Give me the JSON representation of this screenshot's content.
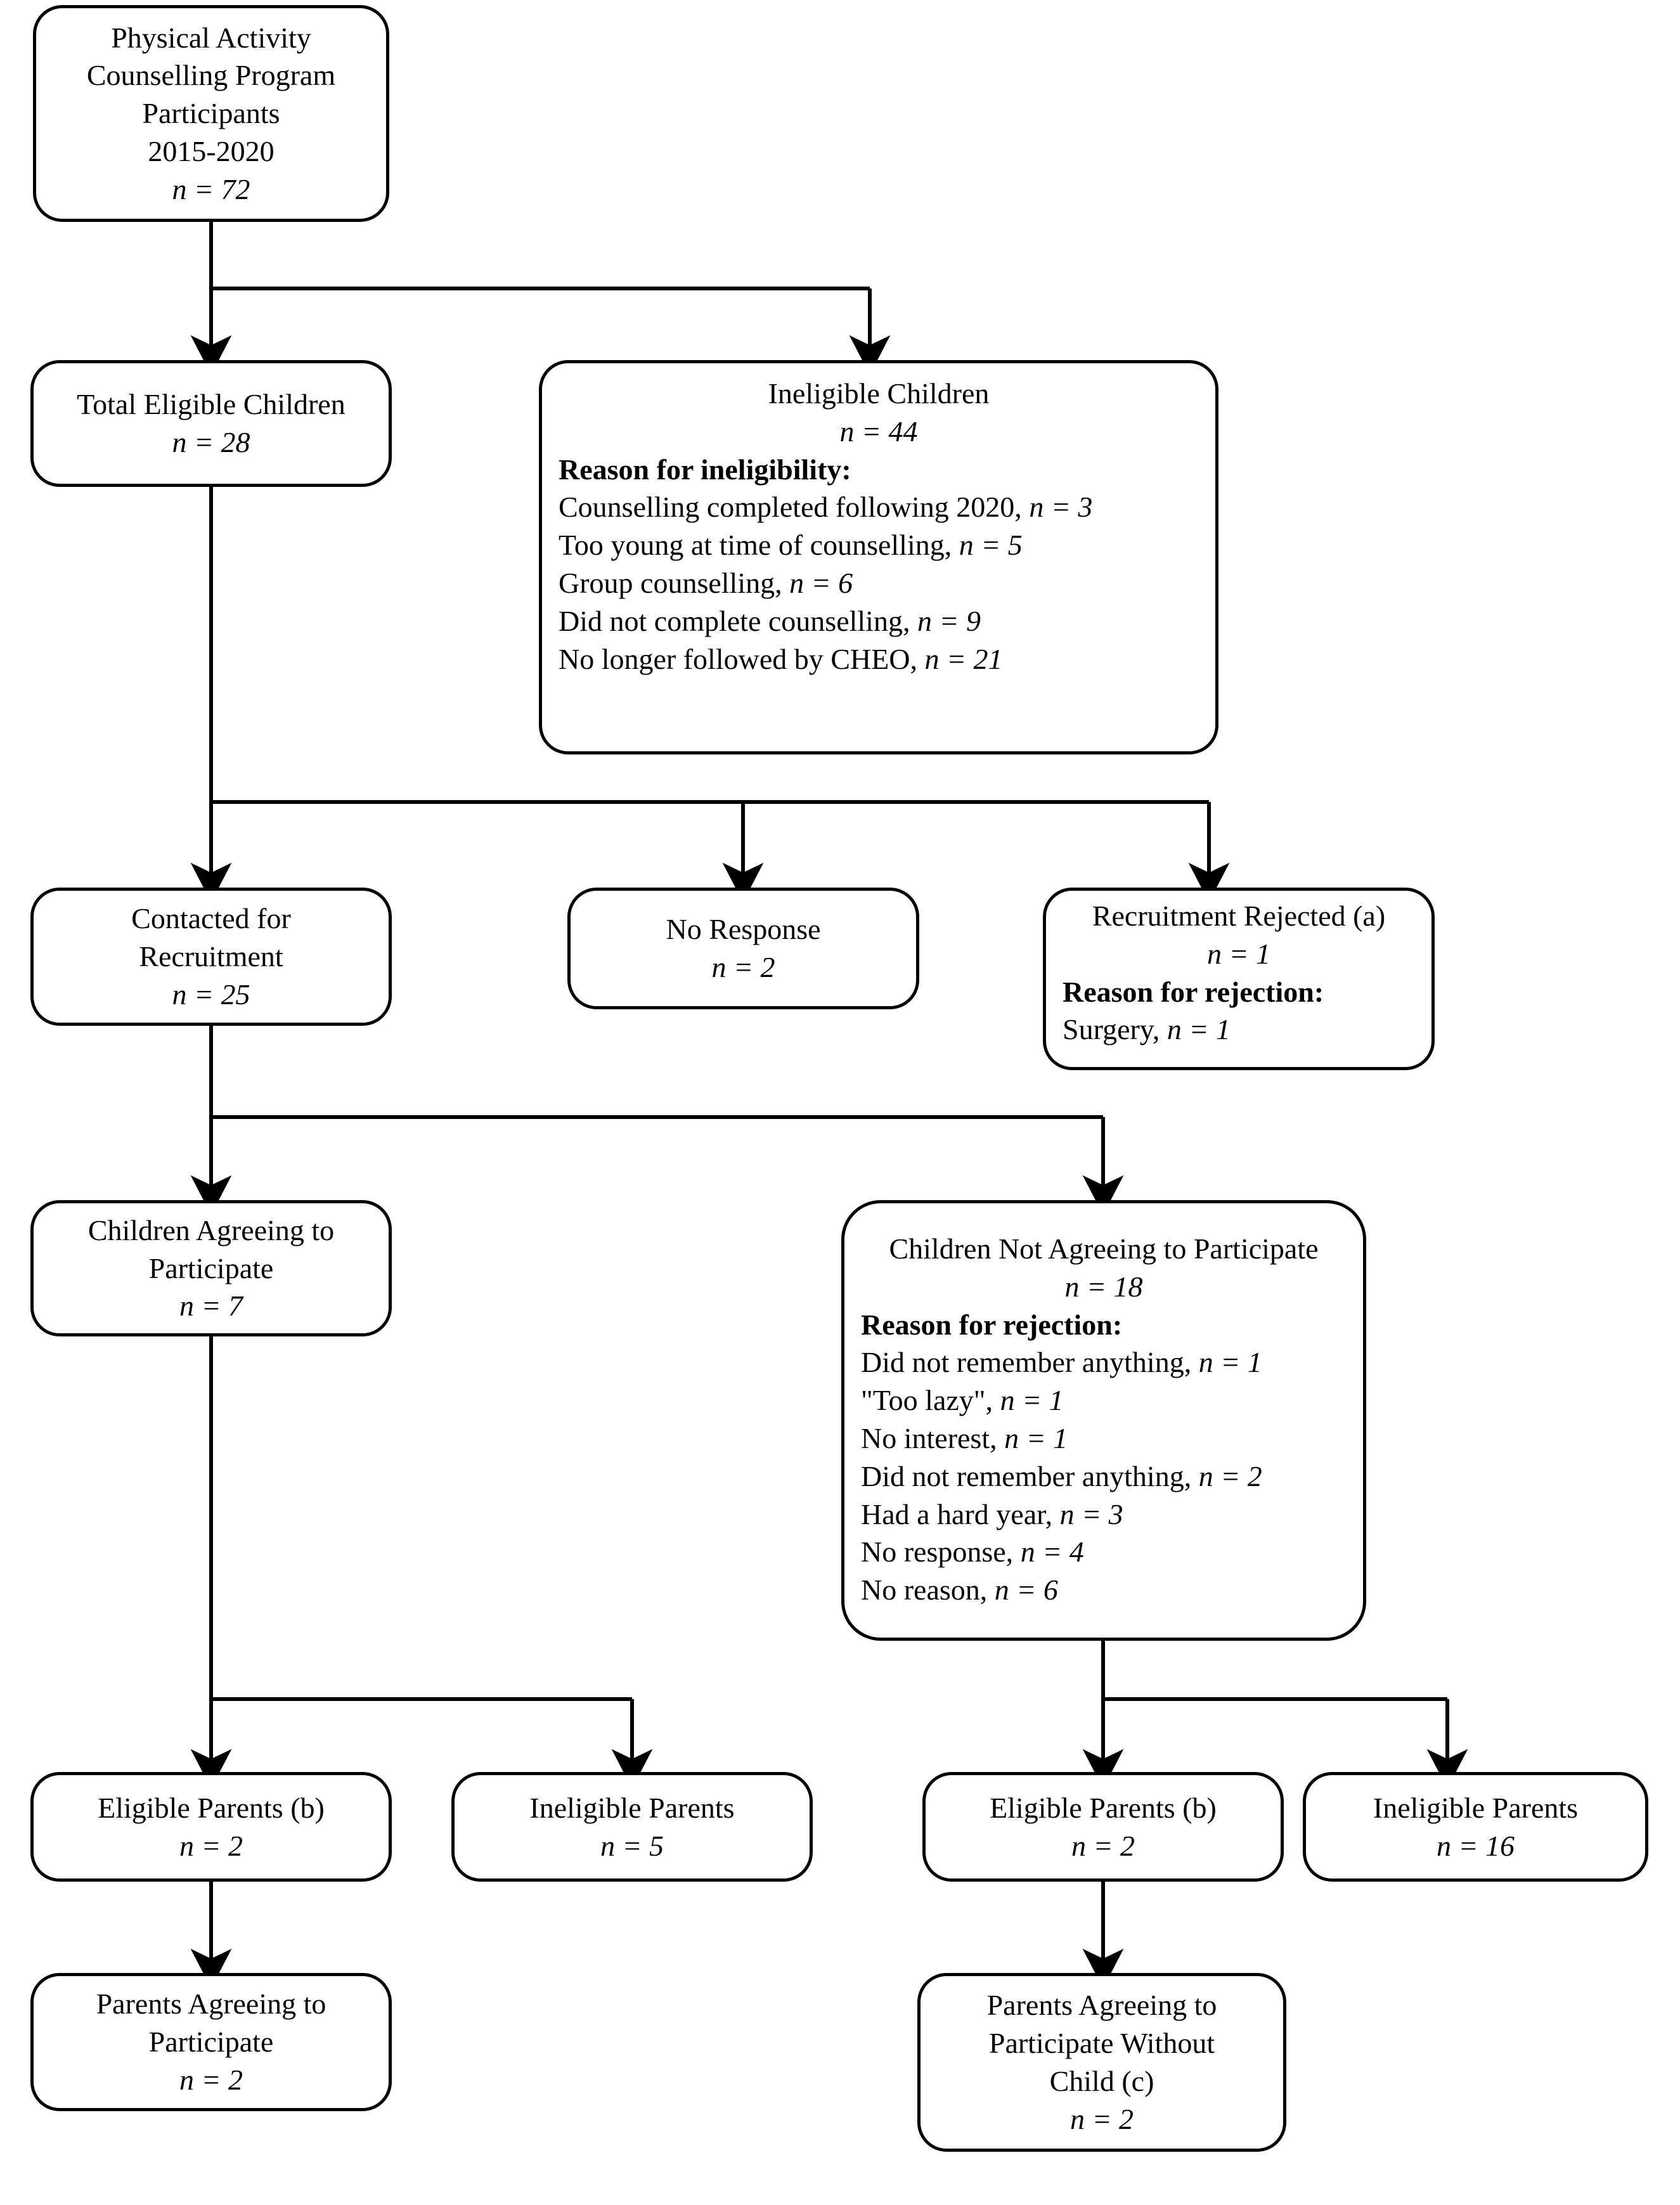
{
  "diagram": {
    "title": "Physical Activity Counselling Program participant recruitment flow diagram",
    "nodes": {
      "participants": {
        "lines": [
          "Physical Activity",
          "Counselling Program",
          "Participants",
          "2015-2020"
        ],
        "n": "n = 72"
      },
      "total_eligible": {
        "label": "Total Eligible Children",
        "n": "n = 28"
      },
      "ineligible_children": {
        "label": "Ineligible Children",
        "n": "n = 44",
        "reason_heading": "Reason for ineligibility:",
        "reasons": [
          "Counselling completed following 2020, n = 3",
          "Too young at time of counselling, n = 5",
          "Group counselling, n = 6",
          "Did not complete counselling, n = 9",
          "No longer followed by CHEO, n = 21"
        ]
      },
      "contacted": {
        "lines": [
          "Contacted for",
          "Recruitment"
        ],
        "n": "n = 25"
      },
      "no_response": {
        "label": "No Response",
        "n": "n = 2"
      },
      "recruitment_rejected": {
        "label": "Recruitment Rejected (a)",
        "n": "n = 1",
        "reason_heading": "Reason for rejection:",
        "reasons": [
          "Surgery, n = 1"
        ]
      },
      "children_agreeing": {
        "lines": [
          "Children Agreeing to",
          "Participate"
        ],
        "n": "n = 7"
      },
      "children_not_agreeing": {
        "label": "Children Not Agreeing to Participate",
        "n": "n = 18",
        "reason_heading": "Reason for rejection:",
        "reasons": [
          "Did not remember anything, n = 1",
          "\"Too lazy\", n = 1",
          "No interest, n = 1",
          "Did not remember anything, n = 2",
          "Had a hard year, n = 3",
          "No response, n = 4",
          "No reason, n = 6"
        ]
      },
      "eligible_parents_left": {
        "label": "Eligible Parents (b)",
        "n": "n = 2"
      },
      "ineligible_parents_left": {
        "label": "Ineligible Parents",
        "n": "n = 5"
      },
      "eligible_parents_right": {
        "label": "Eligible Parents (b)",
        "n": "n = 2"
      },
      "ineligible_parents_right": {
        "label": "Ineligible Parents",
        "n": "n = 16"
      },
      "parents_agreeing": {
        "lines": [
          "Parents Agreeing to",
          "Participate"
        ],
        "n": "n = 2"
      },
      "parents_agreeing_without_child": {
        "lines": [
          "Parents Agreeing to",
          "Participate Without",
          "Child (c)"
        ],
        "n": "n = 2"
      }
    },
    "colors": {
      "stroke": "#000000",
      "fill": "#ffffff",
      "text": "#000000"
    }
  }
}
